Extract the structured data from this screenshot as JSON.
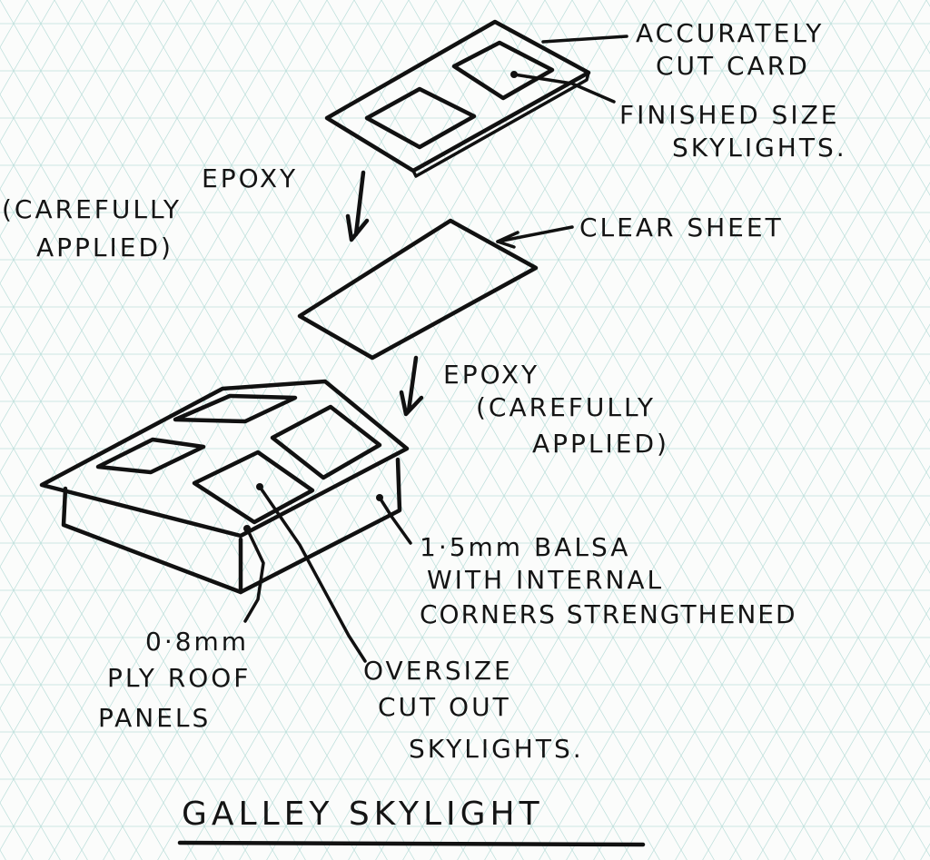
{
  "labels": {
    "accurately_cut_card": [
      "ACCURATELY",
      "CUT CARD"
    ],
    "finished_size_skylights": [
      "FINISHED SIZE",
      "SKYLIGHTS."
    ],
    "epoxy_top": [
      "EPOXY",
      "(CAREFULLY",
      "APPLIED)"
    ],
    "clear_sheet": "CLEAR SHEET",
    "epoxy_bottom": [
      "EPOXY",
      "(CAREFULLY",
      "APPLIED)"
    ],
    "balsa": [
      "1·5mm BALSA",
      "WITH INTERNAL",
      "CORNERS STRENGTHENED"
    ],
    "ply_roof": [
      "0·8mm",
      "PLY ROOF",
      "PANELS"
    ],
    "oversize": [
      "OVERSIZE",
      "CUT OUT",
      "SKYLIGHTS."
    ]
  },
  "title": "GALLEY SKYLIGHT",
  "colors": {
    "ink": "#111111",
    "paper": "#fbfcfb",
    "grid": "#bfe0dc"
  }
}
